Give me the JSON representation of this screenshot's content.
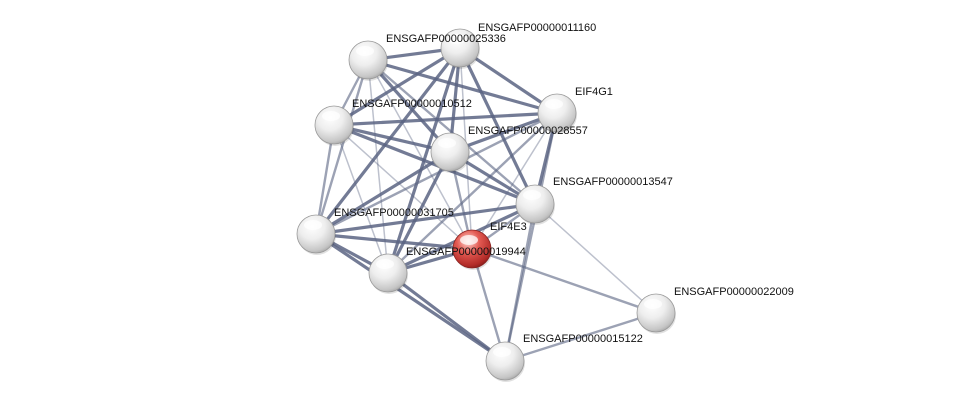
{
  "network": {
    "nodes": [
      {
        "id": "n25336",
        "label": "ENSGAFP00000025336",
        "query": false
      },
      {
        "id": "n11160",
        "label": "ENSGAFP00000011160",
        "query": false
      },
      {
        "id": "nEIF4G1",
        "label": "EIF4G1",
        "query": false
      },
      {
        "id": "n10512",
        "label": "ENSGAFP00000010512",
        "query": false
      },
      {
        "id": "n28557",
        "label": "ENSGAFP00000028557",
        "query": false
      },
      {
        "id": "n13547",
        "label": "ENSGAFP00000013547",
        "query": false
      },
      {
        "id": "n31705",
        "label": "ENSGAFP00000031705",
        "query": false
      },
      {
        "id": "nEIF4E3",
        "label": "EIF4E3",
        "query": true
      },
      {
        "id": "n19944",
        "label": "ENSGAFP00000019944",
        "query": false
      },
      {
        "id": "n22009",
        "label": "ENSGAFP00000022009",
        "query": false
      },
      {
        "id": "n15122",
        "label": "ENSGAFP00000015122",
        "query": false
      }
    ],
    "edges": [
      [
        "n25336",
        "n11160",
        3
      ],
      [
        "n25336",
        "nEIF4G1",
        3
      ],
      [
        "n25336",
        "n10512",
        2
      ],
      [
        "n25336",
        "n28557",
        3
      ],
      [
        "n25336",
        "n13547",
        2
      ],
      [
        "n25336",
        "n31705",
        2
      ],
      [
        "n25336",
        "nEIF4E3",
        1
      ],
      [
        "n25336",
        "n19944",
        1
      ],
      [
        "n11160",
        "nEIF4G1",
        3
      ],
      [
        "n11160",
        "n10512",
        3
      ],
      [
        "n11160",
        "n28557",
        3
      ],
      [
        "n11160",
        "n13547",
        3
      ],
      [
        "n11160",
        "n31705",
        3
      ],
      [
        "n11160",
        "n19944",
        3
      ],
      [
        "n11160",
        "nEIF4E3",
        1
      ],
      [
        "nEIF4G1",
        "n10512",
        3
      ],
      [
        "nEIF4G1",
        "n28557",
        3
      ],
      [
        "nEIF4G1",
        "n13547",
        3
      ],
      [
        "nEIF4G1",
        "n31705",
        2
      ],
      [
        "nEIF4G1",
        "n19944",
        2
      ],
      [
        "nEIF4G1",
        "nEIF4E3",
        1
      ],
      [
        "nEIF4G1",
        "n15122",
        2
      ],
      [
        "n10512",
        "n28557",
        3
      ],
      [
        "n10512",
        "n13547",
        3
      ],
      [
        "n10512",
        "n31705",
        2
      ],
      [
        "n10512",
        "n19944",
        1
      ],
      [
        "n10512",
        "nEIF4E3",
        1
      ],
      [
        "n28557",
        "n13547",
        3
      ],
      [
        "n28557",
        "n31705",
        3
      ],
      [
        "n28557",
        "nEIF4E3",
        2
      ],
      [
        "n28557",
        "n19944",
        3
      ],
      [
        "n13547",
        "n31705",
        3
      ],
      [
        "n13547",
        "nEIF4E3",
        2
      ],
      [
        "n13547",
        "n19944",
        3
      ],
      [
        "n13547",
        "n22009",
        1
      ],
      [
        "n13547",
        "n15122",
        2
      ],
      [
        "n31705",
        "nEIF4E3",
        3
      ],
      [
        "n31705",
        "n19944",
        3
      ],
      [
        "n31705",
        "n15122",
        3
      ],
      [
        "nEIF4E3",
        "n19944",
        3
      ],
      [
        "nEIF4E3",
        "n22009",
        2
      ],
      [
        "nEIF4E3",
        "n15122",
        2
      ],
      [
        "n19944",
        "n15122",
        3
      ],
      [
        "n22009",
        "n15122",
        2
      ]
    ],
    "colors": {
      "edge": "#5a6482",
      "node": "#e4e4e4",
      "query_node": "#c0302e"
    }
  }
}
